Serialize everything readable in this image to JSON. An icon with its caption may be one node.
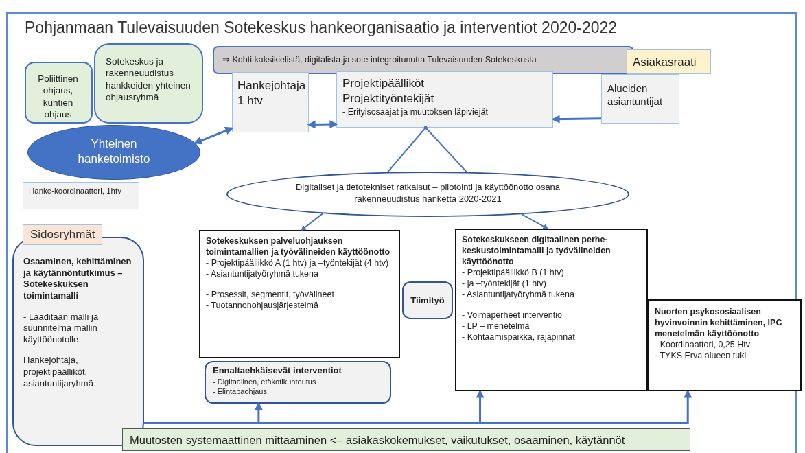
{
  "diagram": {
    "title": "Pohjanmaan Tulevaisuuden Sotekeskus hankeorganisaatio ja interventiot 2020-2022",
    "nodes": [
      {
        "text": [
          "Poliittinen ohjaus, kuntien ohjaus"
        ]
      },
      {
        "text": [
          "Sotekeskus ja rakenneuudistus hankkeiden yhteinen ohjausryhmä"
        ]
      },
      {
        "text": [
          "Yhteinen hanketoimisto"
        ]
      },
      {
        "text": [
          "Hanke-koordinaattori, 1htv"
        ]
      },
      {
        "text": [
          "⇒  Kohti kaksikielistä, digitalista ja sote integroitunutta Tulevaisuuden Sotekeskusta"
        ]
      },
      {
        "text": [
          "Asiakasraati"
        ]
      },
      {
        "text": [
          "Hankejohtaja 1 htv"
        ]
      },
      {
        "text": [
          "Projektipäälliköt",
          "Projektityöntekijät",
          "- Erityisosaajat ja muutoksen läpiviejät"
        ]
      },
      {
        "text": [
          "Alueiden asiantuntijat"
        ]
      },
      {
        "text": [
          "Digitaliset ja tietotekniset ratkaisut – pilotointi ja käyttöönotto osana rakenneuudistus hanketta 2020-2021"
        ]
      },
      {
        "text": [
          "Sidosryhmät",
          "Osaaminen, kehittäminen ja käytännöntutkimus – Sotekeskuksen toimintamalli",
          "- Laaditaan malli ja suunnitelma mallin käyttöönotolle",
          "Hankejohtaja, projektipäälliköt, asiantuntijaryhmä"
        ]
      },
      {
        "text": [
          "Sotekeskuksen palveluohjauksen toimintamallien ja työvälineiden käyttöönotto",
          "- Projektipäällikkö A (1 htv) ja –työntekijät (4 htv)",
          "- Asiantuntijatyöryhmä tukena",
          "- Prosessit, segmentit, työvälineet",
          "- Tuotannonohjausjärjestelmä"
        ]
      },
      {
        "text": [
          "Ennaltaehkäisevät interventiot",
          "- Digitaalinen, etäkotikuntoutus",
          "- Elintapaohjaus"
        ]
      },
      {
        "text": [
          "Tiimityö"
        ]
      },
      {
        "text": [
          "Sotekeskukseen digitaalinen perhe-keskustoimintamalli ja työvälineiden käyttöönotto",
          "- Projektipäällikkö B (1 htv)",
          "- ja –työntekijät (1 htv)",
          "- Asiantuntijatyöryhmä tukena",
          "- Voimaperheet interventio",
          "- LP – menetelmä",
          "- Kohtaamispaikka, rajapinnat"
        ]
      },
      {
        "text": [
          "Nuorten psykososiaalisen hyvinvoinnin kehittäminen, IPC menetelmän käyttöönotto",
          "- Koordinaattori, 0,25 Htv",
          "- TYKS Erva alueen tuki"
        ]
      },
      {
        "text": [
          "Muutosten systemaattinen mittaaminen <– asiakaskokemukset, vaikutukset, osaaminen, käytännöt"
        ]
      }
    ],
    "edges": [
      {
        "from": 2,
        "to": 6,
        "arrow": "both"
      },
      {
        "from": 6,
        "to": 7,
        "arrow": "both"
      },
      {
        "from": 8,
        "to": 7,
        "arrow": "to"
      },
      {
        "from": 7,
        "to": 9,
        "arrow": "other"
      },
      {
        "from": 9,
        "to": 11,
        "arrow": "to"
      },
      {
        "from": 9,
        "to": 14,
        "arrow": "to"
      },
      {
        "from": 10,
        "to": 12,
        "arrow": "to"
      },
      {
        "from": 10,
        "to": 14,
        "arrow": "to"
      },
      {
        "from": 10,
        "to": 15,
        "arrow": "to"
      }
    ]
  }
}
